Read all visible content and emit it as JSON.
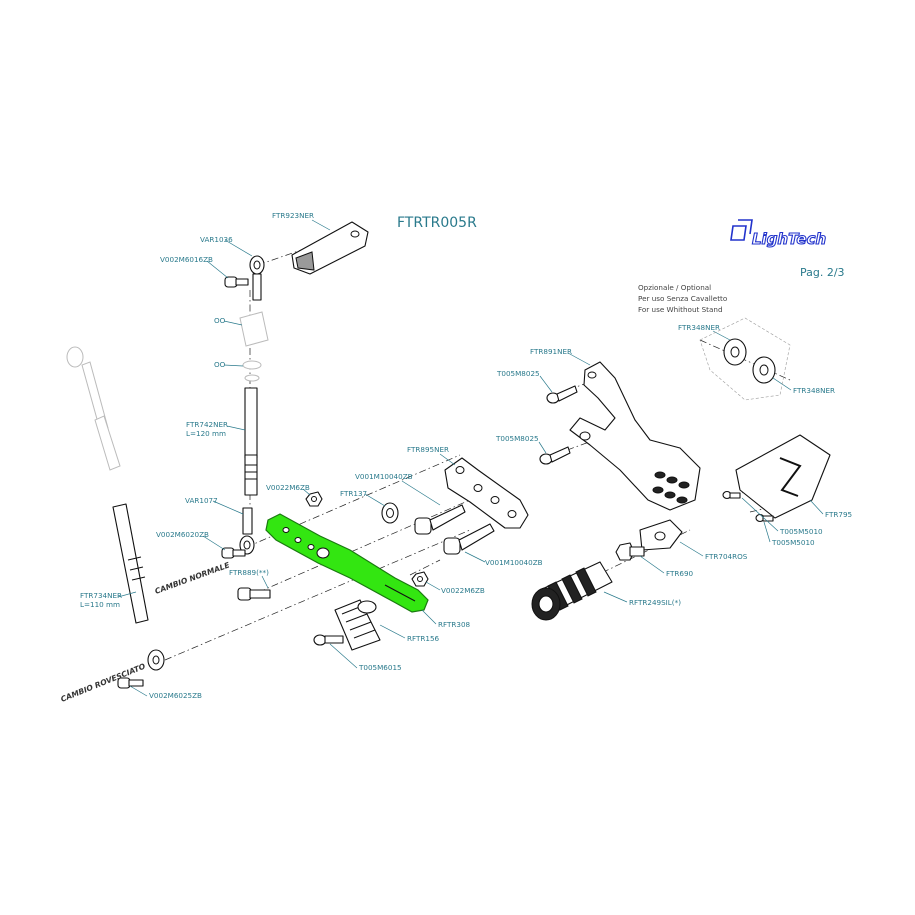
{
  "title": "FTRTR005R",
  "page": "Pag. 2/3",
  "brand": "LighTech",
  "brand_color": "#2233cc",
  "highlight_color": "#33e611",
  "label_color": "#2a7a8c",
  "optional_note": {
    "line1": "Opzionale / Optional",
    "line2": "Per uso Senza Cavalletto",
    "line3": "For use Whithout Stand"
  },
  "modes": {
    "normal": "CAMBIO NORMALE",
    "reversed": "CAMBIO ROVESCIATO"
  },
  "labels": {
    "ftr923ner": "FTR923NER",
    "var1036": "VAR1036",
    "v002m6016zb": "V002M6016ZB",
    "oo_top": "OO",
    "oo_bottom": "OO",
    "ftr742ner": "FTR742NER",
    "ftr742ner_len": "L=120 mm",
    "var1077": "VAR1077",
    "v002m6020zb": "V002M6020ZB",
    "v0022m6zb_top": "V0022M6ZB",
    "ftr137": "FTR137",
    "v001m10040zb_top": "V001M10040ZB",
    "ftr895ner": "FTR895NER",
    "ftr889": "FTR889(**)",
    "ftr734ner": "FTR734NER",
    "ftr734ner_len": "L=110 mm",
    "v001m10040zb_bottom": "V001M10040ZB",
    "v0022m6zb_bottom": "V0022M6ZB",
    "rftr308": "RFTR308",
    "rftr156": "RFTR156",
    "t005m6015": "T005M6015",
    "v002m6025zb": "V002M6025ZB",
    "ftr891ner": "FTR891NER",
    "t005m8025_top": "T005M8025",
    "t005m8025_bottom": "T005M8025",
    "ftr348ner_top": "FTR348NER",
    "ftr348ner_bottom": "FTR348NER",
    "ftr795": "FTR795",
    "t005m5010_top": "T005M5010",
    "t005m5010_bottom": "T005M5010",
    "ftr704ros": "FTR704ROS",
    "ftr690": "FTR690",
    "rftr249sil": "RFTR249SIL(*)"
  }
}
